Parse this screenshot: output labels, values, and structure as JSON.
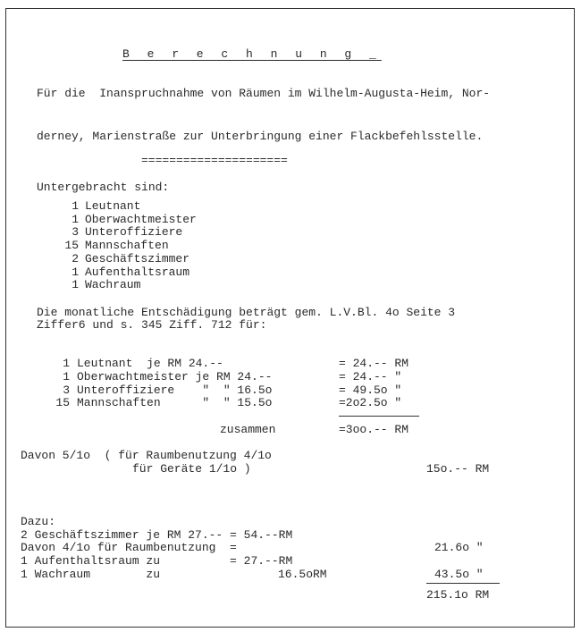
{
  "title": "B e r e c h n u n g _",
  "intro": {
    "line1": "Für die  Inanspruchnahme von Räumen im Wilhelm-Augusta-Heim, Nor-",
    "line2": "derney, Marienstraße zur Unterbringung einer Flackbefehlsstelle.",
    "separator": "====================="
  },
  "housed": {
    "heading": "Untergebracht sind:",
    "items": [
      {
        "count": "1",
        "label": "Leutnant"
      },
      {
        "count": "1",
        "label": "Oberwachtmeister"
      },
      {
        "count": "3",
        "label": "Unteroffiziere"
      },
      {
        "count": "15",
        "label": "Mannschaften"
      },
      {
        "count": "2",
        "label": "Geschäftszimmer"
      },
      {
        "count": "1",
        "label": "Aufenthaltsraum"
      },
      {
        "count": "1",
        "label": "Wachraum"
      }
    ]
  },
  "compensation": {
    "line1": "Die monatliche Entschädigung beträgt gem. L.V.Bl. 4o Seite 3",
    "line2": "Ziffer6 und s. 345 Ziff. 712 für:"
  },
  "calc_rows": [
    {
      "count": "1",
      "label": "Leutnant  je RM 24.--",
      "result": "= 24.-- RM"
    },
    {
      "count": "1",
      "label": "Oberwachtmeister je RM 24.--",
      "result": "= 24.-- \""
    },
    {
      "count": "3",
      "label": "Unteroffiziere    \"  \" 16.5o",
      "result": "= 49.5o \""
    },
    {
      "count": "15",
      "label": "Mannschaften      \"  \" 15.5o",
      "result": "=2o2.5o \""
    }
  ],
  "total": {
    "label": "zusammen",
    "value": "=3oo.-- RM"
  },
  "share": {
    "line1": "Davon 5/1o  ( für Raumbenutzung 4/1o",
    "line2": "für Geräte 1/1o )",
    "amount": "15o.-- RM"
  },
  "extra": {
    "heading": "Dazu:",
    "line1": "2 Geschäftszimmer je RM 27.-- = 54.--RM",
    "line2": "Davon 4/1o für Raumbenutzung  =",
    "line2_amount": "21.6o \"",
    "line3": "1 Aufenthaltsraum zu          = 27.--RM",
    "line4_label": "1 Wachraum        zu",
    "line4_value": "16.5oRM",
    "line4_amount": "43.5o \"",
    "final": "215.1o RM"
  }
}
